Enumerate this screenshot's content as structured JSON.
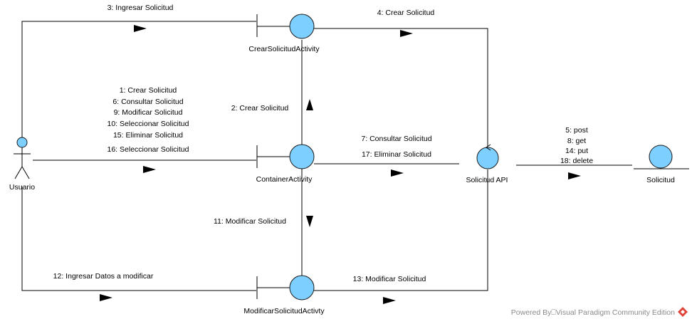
{
  "diagram": {
    "actor": {
      "label": "Usuario"
    },
    "nodes": {
      "crear": {
        "label": "CrearSolicitudActivity",
        "kind": "boundary"
      },
      "container": {
        "label": "ContainerActivity",
        "kind": "boundary"
      },
      "modificar": {
        "label": "ModificarSolicitudActivty",
        "kind": "boundary"
      },
      "api": {
        "label": "Solicitud API",
        "kind": "control"
      },
      "entity": {
        "label": "Solicitud",
        "kind": "entity"
      }
    },
    "messages": {
      "user_crear": [
        "3: Ingresar Solicitud"
      ],
      "user_container": [
        "1: Crear Solicitud",
        "6: Consultar Solicitud",
        "9: Modificar Solicitud",
        "10: Seleccionar Solicitud",
        "15: Eliminar Solicitud",
        "16: Seleccionar Solicitud"
      ],
      "user_modificar": [
        "12: Ingresar Datos a modificar"
      ],
      "crear_api": [
        "4: Crear Solicitud"
      ],
      "container_crear": [
        "2: Crear Solicitud"
      ],
      "container_api": [
        "7: Consultar Solicitud",
        "17: Eliminar Solicitud"
      ],
      "container_modificar": [
        "11: Modificar Solicitud"
      ],
      "modificar_api": [
        "13: Modificar Solicitud"
      ],
      "api_entity": [
        "5: post",
        "8: get",
        "14: put",
        "18: delete"
      ]
    },
    "footer": {
      "powered_by": "Powered By⎕Visual Paradigm Community Edition"
    },
    "colors": {
      "node_fill": "#7ccfff",
      "line": "#000000",
      "logo": "#e0433a"
    }
  }
}
